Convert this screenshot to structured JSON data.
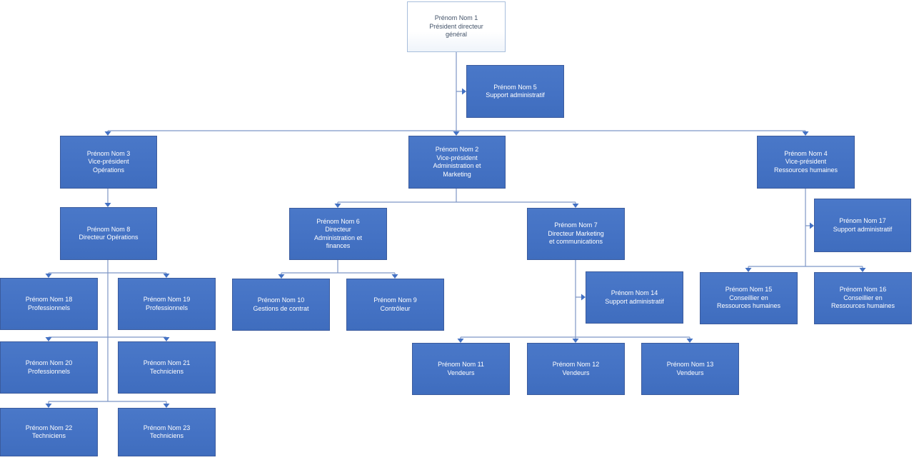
{
  "diagram_type": "org-chart",
  "colors": {
    "node_fill": "#4472C4",
    "node_border": "#3B5B9D",
    "node_text": "#FFFFFF",
    "root_fill": "#FFFFFF",
    "root_border": "#A8BEDC",
    "root_text": "#44546A",
    "connector": "#7E96C6",
    "arrow": "#4472C4",
    "canvas_bg": "#FFFFFF"
  },
  "nodes": {
    "n1": "Prénom Nom 1\nPrésident directeur\ngénéral",
    "n5": "Prénom Nom 5\nSupport administratif",
    "n3": "Prénom Nom 3\nVice-président\nOpérations",
    "n2": "Prénom Nom 2\nVice-président\nAdministration et\nMarketing",
    "n4": "Prénom Nom 4\nVice-président\nRessources humaines",
    "n8": "Prénom Nom 8\nDirecteur Opérations",
    "n6": "Prénom Nom 6\nDirecteur\nAdministration et\nfinances",
    "n7": "Prénom Nom 7\nDirecteur Marketing\net communications",
    "n17": "Prénom Nom 17\nSupport administratif",
    "n18": "Prénom Nom 18\nProfessionnels",
    "n19": "Prénom Nom 19\nProfessionnels",
    "n10": "Prénom Nom 10\nGestions de contrat",
    "n9": "Prénom Nom 9\nContrôleur",
    "n14": "Prénom Nom 14\nSupport administratif",
    "n15": "Prénom Nom 15\nConseillier en\nRessources humaines",
    "n16": "Prénom Nom 16\nConseillier en\nRessources humaines",
    "n20": "Prénom Nom 20\nProfessionnels",
    "n21": "Prénom Nom 21\nTechniciens",
    "n11": "Prénom Nom 11\nVendeurs",
    "n12": "Prénom Nom 12\nVendeurs",
    "n13": "Prénom Nom 13\nVendeurs",
    "n22": "Prénom Nom 22\nTechniciens",
    "n23": "Prénom Nom 23\nTechniciens"
  },
  "hierarchy": {
    "n1": {
      "assistant": "n5",
      "reports": [
        "n3",
        "n2",
        "n4"
      ]
    },
    "n3": {
      "reports": [
        "n8"
      ]
    },
    "n8": {
      "reports": [
        "n18",
        "n19",
        "n20",
        "n21",
        "n22",
        "n23"
      ]
    },
    "n2": {
      "reports": [
        "n6",
        "n7"
      ]
    },
    "n6": {
      "reports": [
        "n10",
        "n9"
      ]
    },
    "n7": {
      "assistant": "n14",
      "reports": [
        "n11",
        "n12",
        "n13"
      ]
    },
    "n4": {
      "assistant": "n17",
      "reports": [
        "n15",
        "n16"
      ]
    }
  }
}
